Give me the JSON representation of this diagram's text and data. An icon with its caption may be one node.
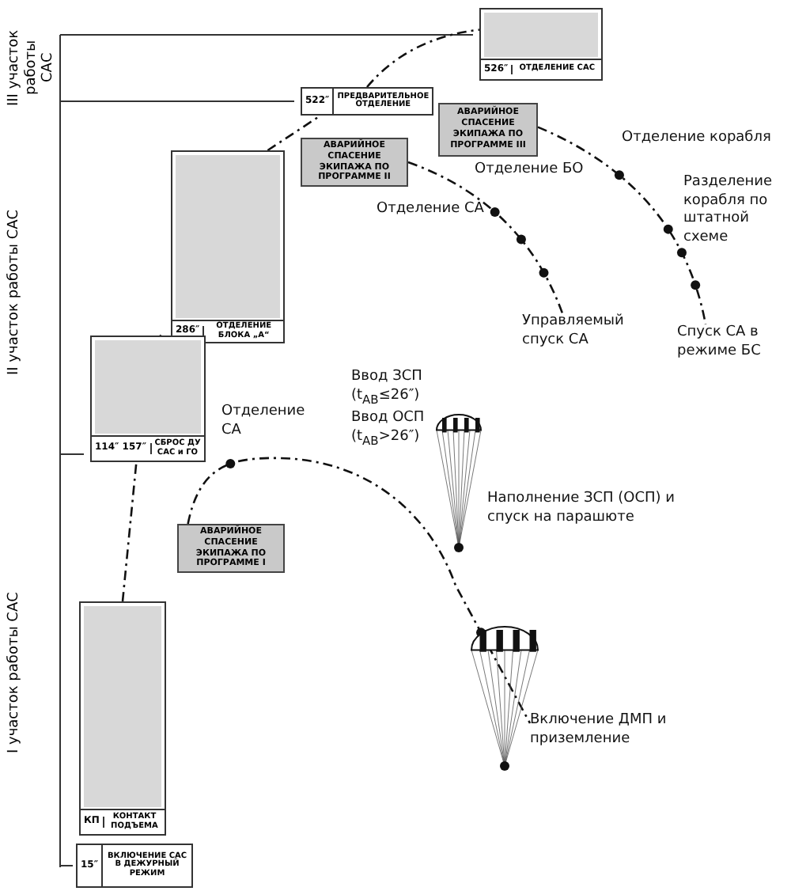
{
  "diagram": {
    "nodes": [
      {
        "text": [
          "526″",
          "ОТДЕЛЕНИЕ САС"
        ]
      },
      {
        "text": [
          "522″",
          "ПРЕДВАРИТЕЛЬНОЕ ОТДЕЛЕНИЕ"
        ]
      },
      {
        "text": [
          "АВАРИЙНОЕ СПАСЕНИЕ ЭКИПАЖА ПО ПРОГРАММЕ III"
        ]
      },
      {
        "text": [
          "АВАРИЙНОЕ СПАСЕНИЕ ЭКИПАЖА ПО ПРОГРАММЕ II"
        ]
      },
      {
        "text": [
          "286″",
          "ОТДЕЛЕНИЕ БЛОКА „А“"
        ]
      },
      {
        "text": [
          "114″ 157″",
          "СБРОС ДУ САС и ГО"
        ]
      },
      {
        "text": [
          "АВАРИЙНОЕ СПАСЕНИЕ ЭКИПАЖА ПО ПРОГРАММЕ I"
        ]
      },
      {
        "text": [
          "КП",
          "КОНТАКТ ПОДЪЕМА"
        ]
      },
      {
        "text": [
          "15″",
          "ВКЛЮЧЕНИЕ САС В ДЕЖУРНЫЙ РЕЖИМ"
        ]
      },
      {
        "text": [
          "Управляемый спуск СА"
        ]
      },
      {
        "text": [
          "Спуск СА в режиме БС"
        ]
      },
      {
        "text": [
          "Включение ДМП и приземление"
        ]
      }
    ],
    "edges": [
      {
        "from": 7,
        "to": 5,
        "arrow": "none",
        "style": "dashed"
      },
      {
        "from": 5,
        "to": 4,
        "arrow": "none",
        "style": "dashed"
      },
      {
        "from": 4,
        "to": 1,
        "arrow": "none",
        "style": "dashed"
      },
      {
        "from": 1,
        "to": 0,
        "arrow": "none",
        "style": "dashed"
      },
      {
        "from": 3,
        "to": 9,
        "arrow": "none",
        "style": "dashed"
      },
      {
        "from": 2,
        "to": 10,
        "arrow": "none",
        "style": "dashed"
      },
      {
        "from": 6,
        "to": 11,
        "arrow": "none",
        "style": "dashed"
      }
    ],
    "labels": [
      "III участок работы САС",
      "Отделение корабля",
      "Отделение БО",
      "Разделение корабля по штатной схеме",
      "Отделение СА",
      "II участок работы САС",
      "Ввод ЗСП (t$_{АВ}$≤26″)",
      "Отделение СА",
      "Ввод ОСП (t$_{АВ}$>26″)",
      "Наполнение ЗСП (ОСП) и спуск на парашюте",
      "I участок работы САС"
    ]
  }
}
